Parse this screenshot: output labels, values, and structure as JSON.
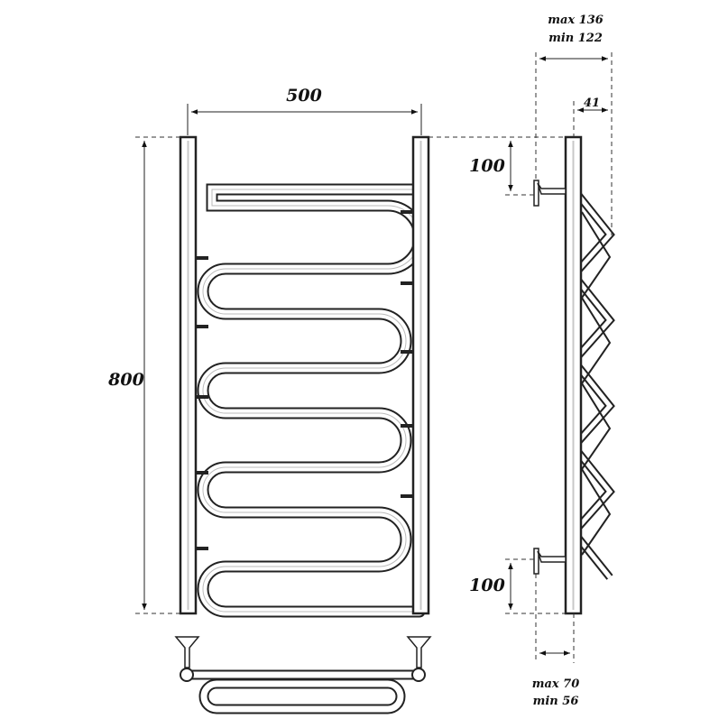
{
  "dimensions": {
    "width": "500",
    "height": "800",
    "top_offset": "100",
    "bottom_offset": "100",
    "depth_max": "max 136",
    "depth_min": "min 122",
    "bracket_depth": "41",
    "wall_max": "max 70",
    "wall_min": "min 56"
  }
}
